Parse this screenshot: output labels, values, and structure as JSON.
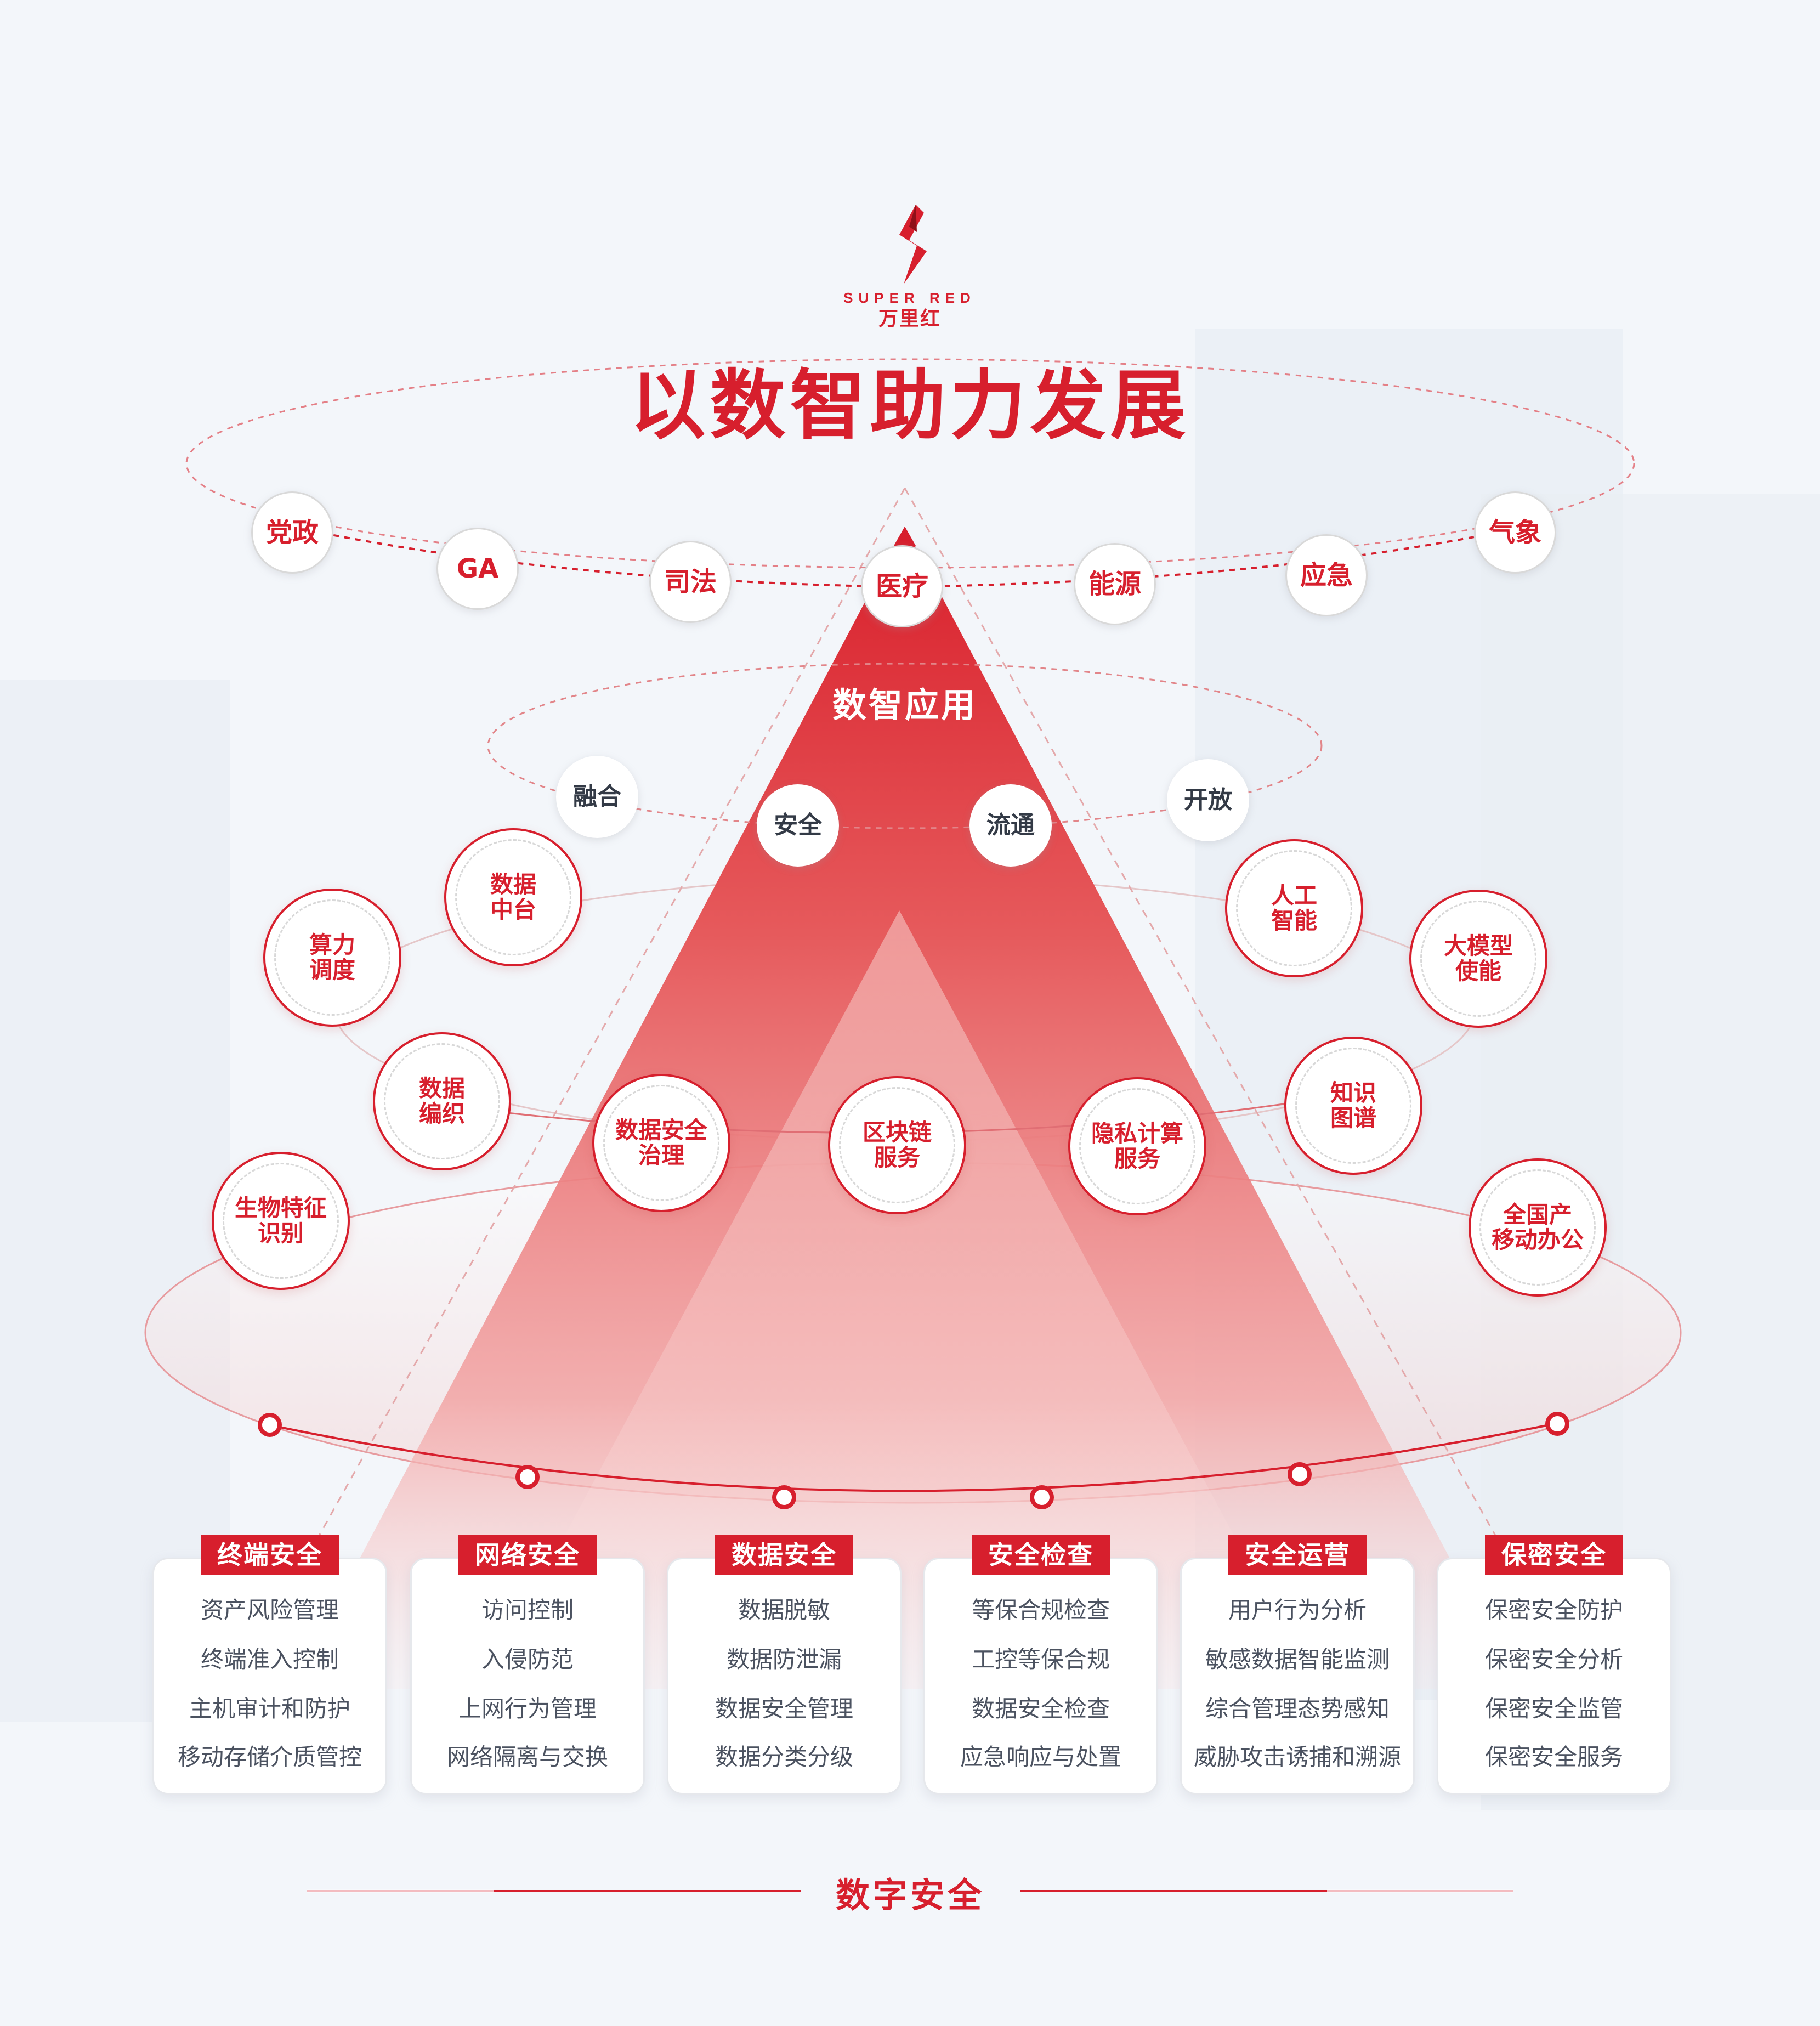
{
  "logo": {
    "en": "SUPER RED",
    "cn": "万里红",
    "icon": "super-red-s-logo"
  },
  "title": "以数智助力发展",
  "sectors": [
    "党政",
    "GA",
    "司法",
    "医疗",
    "能源",
    "应急",
    "气象"
  ],
  "apex_label": "数智应用",
  "principles": [
    "融合",
    "安全",
    "流通",
    "开放"
  ],
  "capabilities": {
    "left": [
      "数据\n中台",
      "算力\n调度",
      "数据\n编织",
      "生物特征\n识别"
    ],
    "center": [
      "数据安全\n治理",
      "区块链\n服务",
      "隐私计算\n服务"
    ],
    "right": [
      "人工\n智能",
      "大模型\n使能",
      "知识\n图谱",
      "全国产\n移动办公"
    ]
  },
  "categories": [
    {
      "title": "终端安全",
      "items": [
        "资产风险管理",
        "终端准入控制",
        "主机审计和防护",
        "移动存储介质管控"
      ]
    },
    {
      "title": "网络安全",
      "items": [
        "访问控制",
        "入侵防范",
        "上网行为管理",
        "网络隔离与交换"
      ]
    },
    {
      "title": "数据安全",
      "items": [
        "数据脱敏",
        "数据防泄漏",
        "数据安全管理",
        "数据分类分级"
      ]
    },
    {
      "title": "安全检查",
      "items": [
        "等保合规检查",
        "工控等保合规",
        "数据安全检查",
        "应急响应与处置"
      ]
    },
    {
      "title": "安全运营",
      "items": [
        "用户行为分析",
        "敏感数据智能监测",
        "综合管理态势感知",
        "威胁攻击诱捕和溯源"
      ]
    },
    {
      "title": "保密安全",
      "items": [
        "保密安全防护",
        "保密安全分析",
        "保密安全监管",
        "保密安全服务"
      ]
    }
  ],
  "footer": "数字安全",
  "colors": {
    "brand_red": "#d71f2d",
    "text_gray": "#4b5260",
    "dark_text": "#333a46"
  }
}
